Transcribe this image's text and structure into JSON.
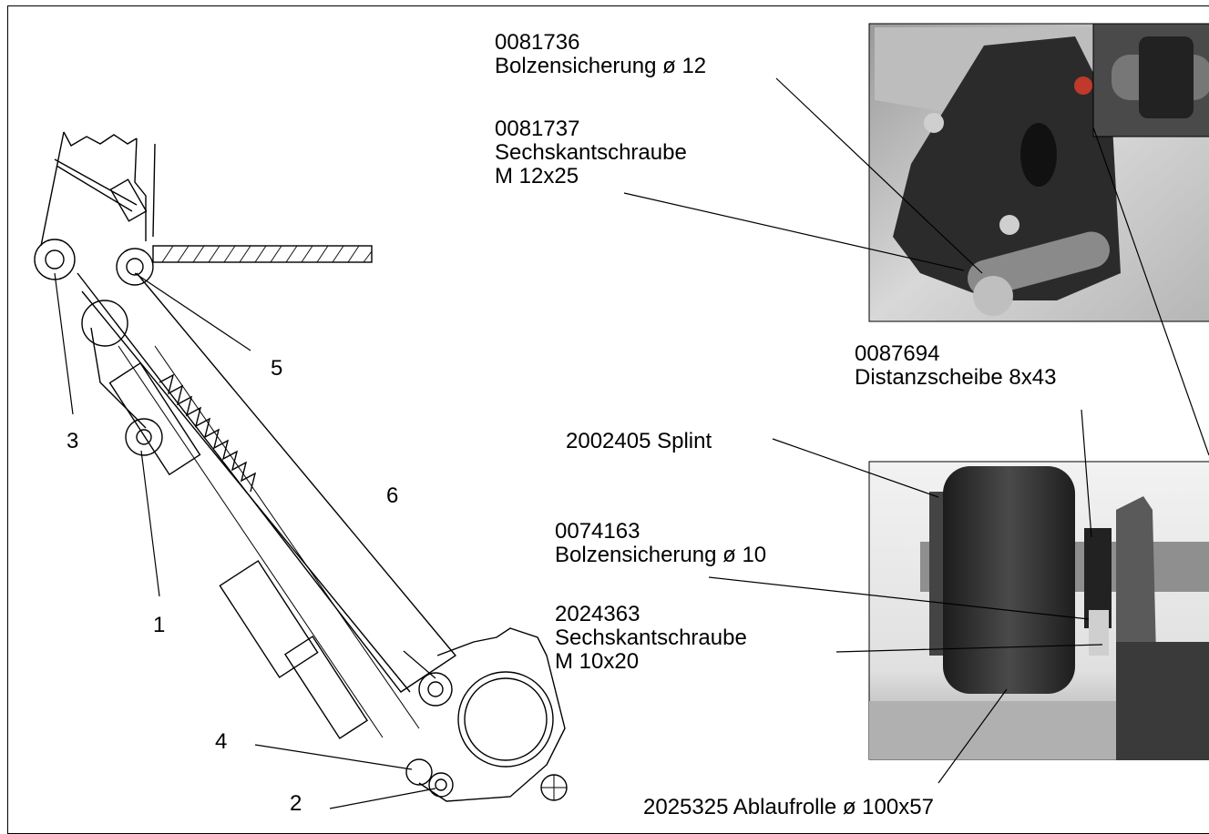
{
  "drawing_numbers": [
    "1",
    "2",
    "3",
    "4",
    "5",
    "6"
  ],
  "parts": {
    "bolzensicherung_12": {
      "number": "0081736",
      "name": "Bolzensicherung ø 12"
    },
    "sechskant_m12": {
      "number": "0081737",
      "name": "Sechskantschraube",
      "size": "M 12x25"
    },
    "distanzscheibe": {
      "number": "0087694",
      "name": "Distanzscheibe 8x43"
    },
    "splint": {
      "label": "2002405 Splint"
    },
    "bolzensicherung_10": {
      "number": "0074163",
      "name": "Bolzensicherung ø 10"
    },
    "sechskant_m10": {
      "number": "2024363",
      "name": "Sechskantschraube",
      "size": "M 10x20"
    },
    "ablaufrolle": {
      "label": "2025325 Ablaufrolle ø 100x57"
    }
  },
  "colors": {
    "line": "#000000",
    "photo_bg_top": "#c9c9c9",
    "bracket": "#2b2b2b",
    "roller": "#3a3a3a",
    "shaft": "#8a8a8a",
    "red_pin": "#c0392b"
  },
  "icons": [
    "technical-drawing",
    "photo-bracket-assembly",
    "photo-roller-assembly"
  ]
}
